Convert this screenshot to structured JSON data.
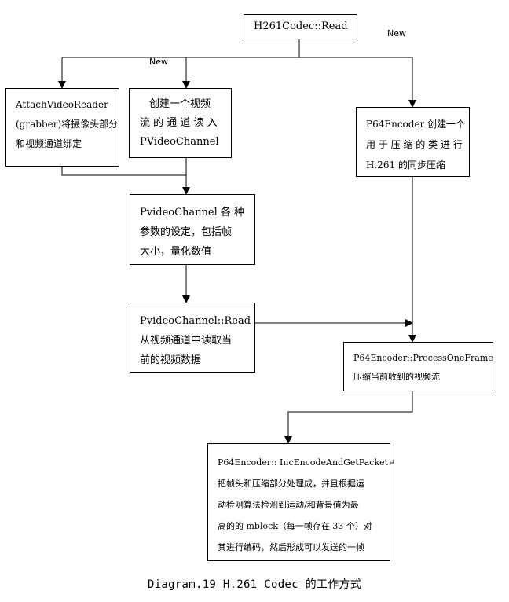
{
  "nodes": {
    "read": {
      "lines": [
        "H261Codec::Read"
      ]
    },
    "attach": {
      "lines": [
        "AttachVideoReader",
        "(grabber)将摄像头部分",
        "和视频通道绑定"
      ]
    },
    "create": {
      "lines": [
        "创建一个视频",
        "流 的 通 道 读 入",
        "PVideoChannel"
      ]
    },
    "p64": {
      "lines": [
        "P64Encoder 创建一个",
        "用 于 压 缩 的 类 进 行",
        "H.261 的同步压缩"
      ]
    },
    "params": {
      "lines": [
        "PvideoChannel 各 种",
        "参数的设定，包括帧",
        "大小，量化数值"
      ]
    },
    "chread": {
      "lines": [
        "PvideoChannel::Read",
        "从视频通道中读取当",
        "前的视频数据"
      ]
    },
    "process": {
      "lines": [
        "P64Encoder::ProcessOneFrame",
        "压缩当前收到的视频流"
      ]
    },
    "encode": {
      "lines": [
        "P64Encoder:: IncEncodeAndGetPacket↵",
        "把帧头和压缩部分处理成，并且根据运",
        "动检测算法检测到运动/和背景值为最",
        "高的的 mblock（每一帧存在 33 个）对",
        "其进行编码，然后形成可以发送的一帧"
      ]
    }
  },
  "edge_labels": {
    "new_left": "New",
    "new_right": "New"
  },
  "caption": "Diagram.19 H.261 Codec 的工作方式"
}
